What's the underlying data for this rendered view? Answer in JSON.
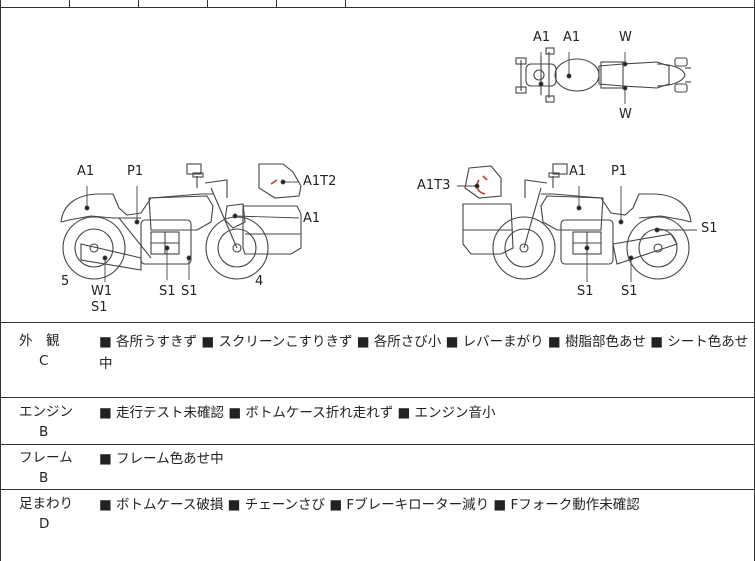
{
  "diagram": {
    "top_view": {
      "labels": [
        "A1",
        "A1",
        "W",
        "W"
      ]
    },
    "left_view": {
      "labels": [
        "A1",
        "P1",
        "A1T2",
        "A1",
        "5",
        "W1",
        "S1",
        "S1",
        "S1",
        "4"
      ]
    },
    "right_view": {
      "labels": [
        "A1T3",
        "A1",
        "P1",
        "S1",
        "S1",
        "S1"
      ]
    }
  },
  "sections": [
    {
      "category": "外　観",
      "grade": "C",
      "text": "■ 各所うすきず ■ スクリーンこすりきず ■ 各所さび小 ■ レバーまがり ■ 樹脂部色あせ ■ シート色あせ中"
    },
    {
      "category": "エンジン",
      "grade": "B",
      "text": "■ 走行テスト未確認 ■ ボトムケース折れ走れず ■ エンジン音小"
    },
    {
      "category": "フレーム",
      "grade": "B",
      "text": "■ フレーム色あせ中"
    },
    {
      "category": "足まわり",
      "grade": "D",
      "text": "■ ボトムケース破損 ■ チェーンさび ■ Fブレーキローター減り ■ Fフォーク動作未確認"
    }
  ],
  "colors": {
    "damage_mark": "#c0392b",
    "line": "#333333"
  }
}
